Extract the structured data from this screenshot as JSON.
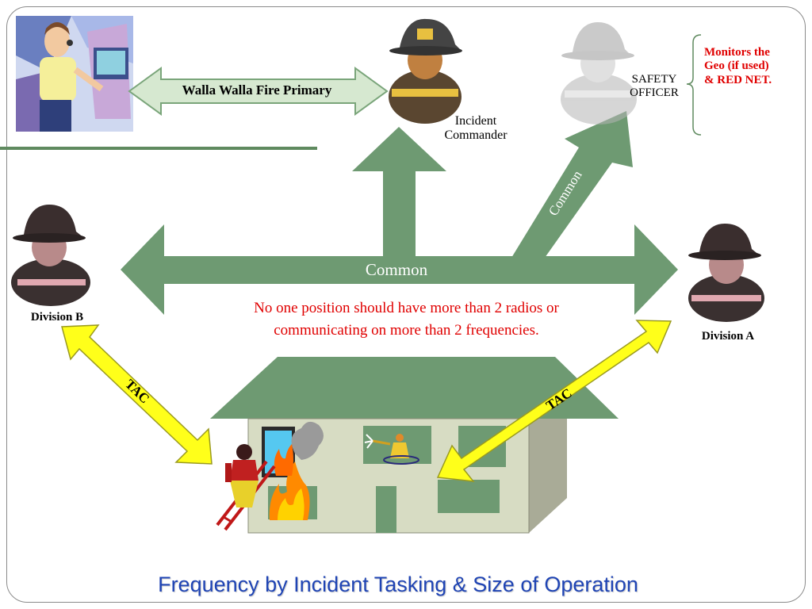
{
  "primary_label": "Walla Walla Fire Primary",
  "incident_commander_label": "Incident Commander",
  "safety_officer_label": "SAFETY OFFICER",
  "safety_note": "Monitors the Geo (if used) & RED NET.",
  "common_center_label": "Common",
  "common_diagonal_label": "Common",
  "division_b_label": "Division B",
  "division_a_label": "Division A",
  "tac_left_label": "TAC",
  "tac_right_label": "TAC",
  "warning_text": "No one position should have more than 2 radios or communicating on more than 2 frequencies.",
  "title": "Frequency by Incident Tasking & Size of Operation",
  "colors": {
    "arrow_green": "#6e9a72",
    "tac_yellow": "#ffff1a",
    "title_blue": "#1f44b4",
    "warning_red": "#e00000"
  }
}
